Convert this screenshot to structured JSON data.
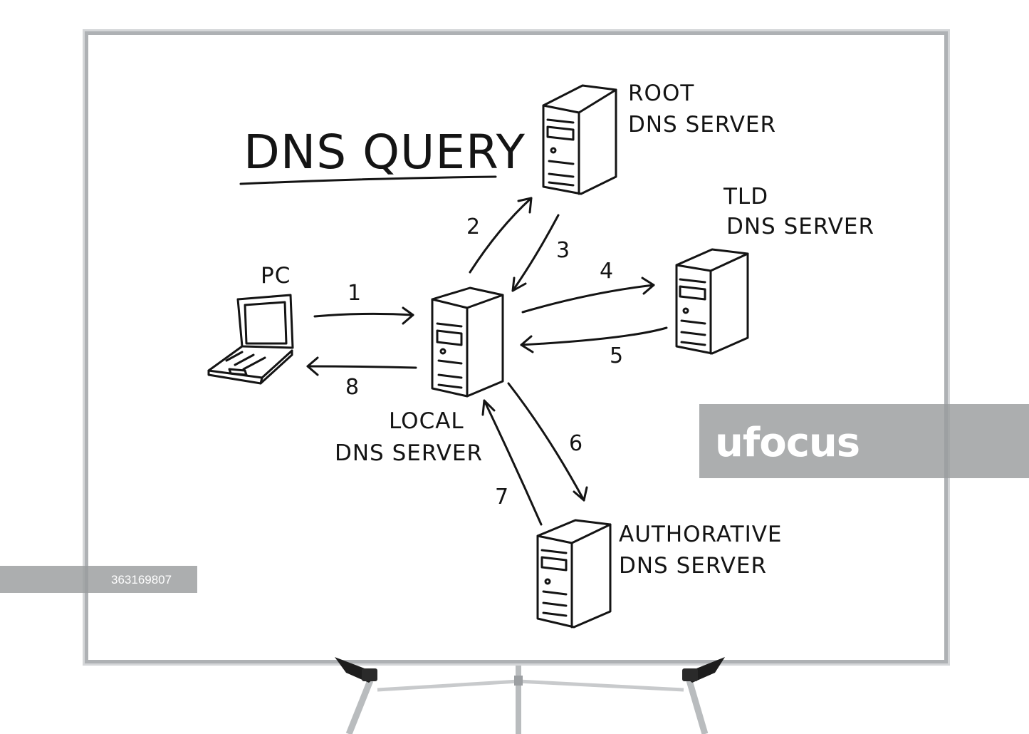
{
  "diagram": {
    "title": "DNS QUERY",
    "nodes": {
      "pc": {
        "label": [
          "PC"
        ]
      },
      "local": {
        "label": [
          "LOCAL",
          "DNS SERVER"
        ]
      },
      "root": {
        "label": [
          "ROOT",
          "DNS SERVER"
        ]
      },
      "tld": {
        "label": [
          "TLD",
          "DNS SERVER"
        ]
      },
      "auth": {
        "label": [
          "AUTHORATIVE",
          "DNS SERVER"
        ]
      }
    },
    "steps": [
      "1",
      "2",
      "3",
      "4",
      "5",
      "6",
      "7",
      "8"
    ]
  },
  "watermark": {
    "brand": "ufocus",
    "image_id": "363169807"
  }
}
